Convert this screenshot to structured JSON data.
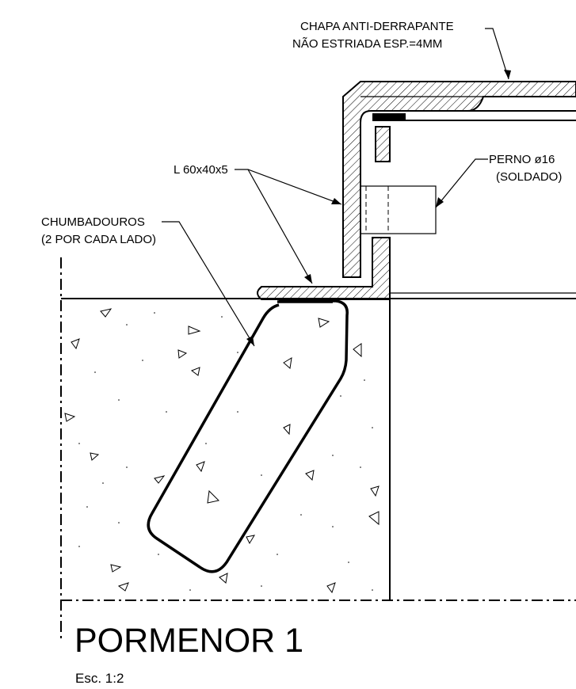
{
  "title": "PORMENOR 1",
  "scale": "Esc. 1:2",
  "labels": {
    "chapa_line1": "CHAPA ANTI-DERRAPANTE",
    "chapa_line2": "NÃO ESTRIADA ESP.=4MM",
    "angle": "L 60x40x5",
    "perno_line1": "PERNO ø16",
    "perno_line2": "(SOLDADO)",
    "chumb_line1": "CHUMBADOUROS",
    "chumb_line2": "(2 POR CADA LADO)"
  }
}
